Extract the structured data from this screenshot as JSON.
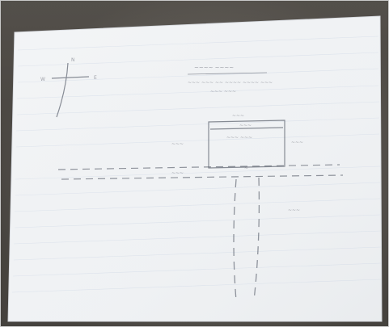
{
  "image": {
    "alt_subject": "Photo of a lined paper sheet with a faint hand-drawn diagram",
    "compass": {
      "north": "N",
      "south": "",
      "east": "E",
      "west": "W"
    },
    "heading": {
      "top_line": "~~~~ ~~~~",
      "sub_line_1": "~~~ ~~~ ~~ ~~~~ ~~~~ ~~~",
      "sub_line_2": "~~~ ~~~"
    },
    "diagram": {
      "top_label": "~~~",
      "building_inner_top": "~~~",
      "building_inner_label": "~~~ ~~~",
      "left_label": "~~~",
      "right_label": "~~~",
      "road_label": "~~~",
      "entry_mark": "~",
      "path_side_label": "~~~"
    }
  }
}
